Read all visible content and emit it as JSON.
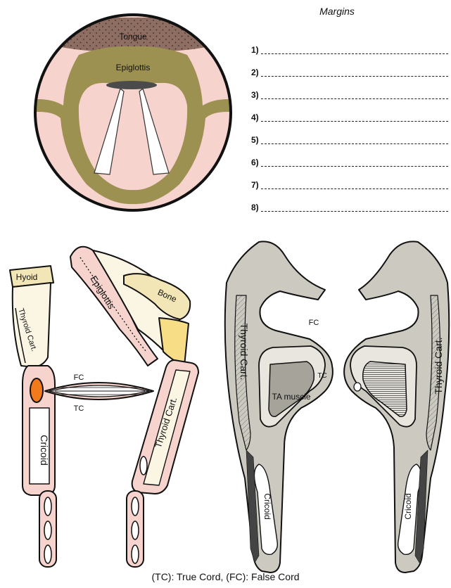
{
  "margins": {
    "title": "Margins",
    "lines": [
      "1)",
      "2)",
      "3)",
      "4)",
      "5)",
      "6)",
      "7)",
      "8)"
    ]
  },
  "laryngoscope_view": {
    "tongue": "Tongue",
    "epiglottis": "Epiglottis"
  },
  "sagittal_view": {
    "hyoid": "Hyoid",
    "thyroid_cart_left": "Thyroid Cart.",
    "epiglottis": "Epiglottis",
    "bone": "Bone",
    "false_cord": "FC",
    "true_cord": "TC",
    "cricoid": "Cricoid",
    "thyroid_cart_right": "Thyroid Cart."
  },
  "coronal_view": {
    "thyroid_cart_left": "Thyroid Cart.",
    "thyroid_cart_right": "Thyroid Cart.",
    "false_cord": "FC",
    "true_cord": "TC",
    "ta_muscle": "TA muscle",
    "cricoid_left": "Cricoid",
    "cricoid_right": "Cricoid"
  },
  "caption": "(TC): True Cord, (FC): False Cord",
  "colors": {
    "mucosa": "#f6d3cc",
    "ventricle_olive": "#9d9152",
    "tongue": "#8e6e63",
    "cartilage_gray": "#cccac0",
    "bone_yellow": "#f3e6b6",
    "arytenoid_orange": "#f07a1c"
  }
}
